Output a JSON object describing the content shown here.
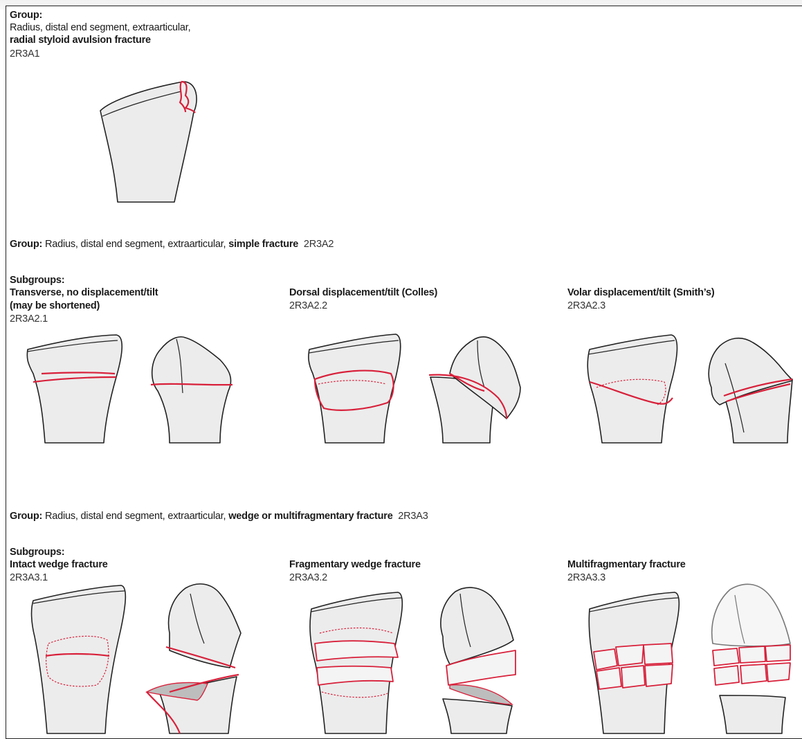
{
  "section1": {
    "heading": "Group:",
    "desc": "Radius, distal end segment, extraarticular,",
    "title": "radial styloid avulsion fracture",
    "code": "2R3A1"
  },
  "section2": {
    "heading": "Group:",
    "desc": "Radius, distal end segment, extraarticular,",
    "title": "simple fracture",
    "code": "2R3A2",
    "subgroups_label": "Subgroups:",
    "subgroups": [
      {
        "title_line1": "Transverse, no displacement/tilt",
        "title_line2": "(may be shortened)",
        "code": "2R3A2.1"
      },
      {
        "title_line1": "Dorsal displacement/tilt (Colles)",
        "title_line2": "",
        "code": "2R3A2.2"
      },
      {
        "title_line1": "Volar displacement/tilt (Smith’s)",
        "title_line2": "",
        "code": "2R3A2.3"
      }
    ]
  },
  "section3": {
    "heading": "Group:",
    "desc": "Radius, distal end segment, extraarticular,",
    "title": "wedge or multifragmentary fracture",
    "code": "2R3A3",
    "subgroups_label": "Subgroups:",
    "subgroups": [
      {
        "title_line1": "Intact wedge fracture",
        "code": "2R3A3.1"
      },
      {
        "title_line1": "Fragmentary wedge fracture",
        "code": "2R3A3.2"
      },
      {
        "title_line1": "Multifragmentary fracture",
        "code": "2R3A3.3"
      }
    ]
  },
  "colors": {
    "fracture_line": "#d8203a",
    "bone_fill": "#ececec",
    "outline": "#222222"
  }
}
